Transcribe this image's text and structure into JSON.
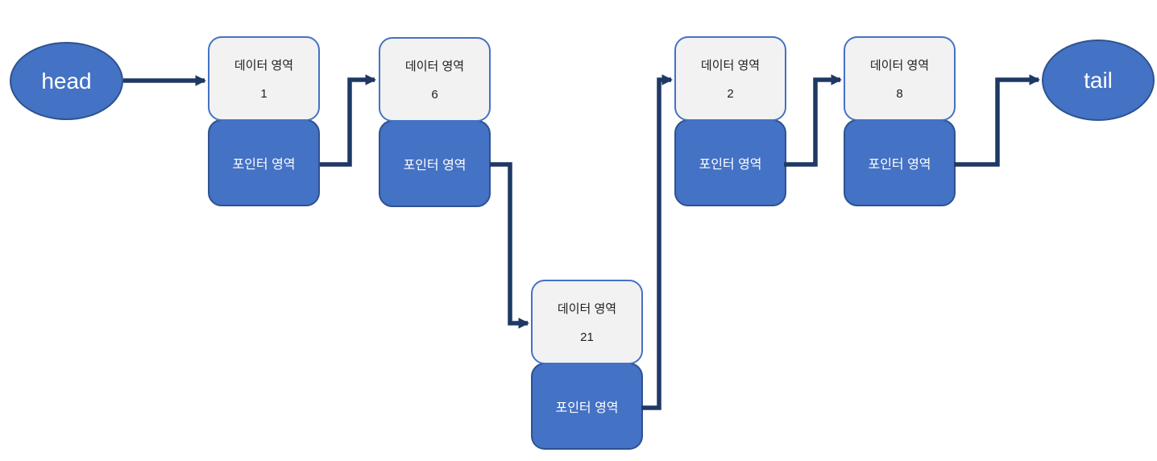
{
  "diagram": {
    "type": "linked-list",
    "head": {
      "label": "head"
    },
    "tail": {
      "label": "tail"
    },
    "nodes": [
      {
        "data_label": "데이터 영역",
        "value": "1",
        "pointer_label": "포인터 영역"
      },
      {
        "data_label": "데이터 영역",
        "value": "6",
        "pointer_label": "포인터 영역"
      },
      {
        "data_label": "데이터 영역",
        "value": "21",
        "pointer_label": "포인터 영역"
      },
      {
        "data_label": "데이터 영역",
        "value": "2",
        "pointer_label": "포인터 영역"
      },
      {
        "data_label": "데이터 영역",
        "value": "8",
        "pointer_label": "포인터 영역"
      }
    ],
    "colors": {
      "node_fill": "#4472C4",
      "node_border": "#2F528F",
      "data_fill": "#F2F2F2",
      "data_border": "#4472C4",
      "connector": "#1F3864",
      "data_text": "#1F1F1F",
      "pointer_text": "#FFFFFF"
    }
  }
}
